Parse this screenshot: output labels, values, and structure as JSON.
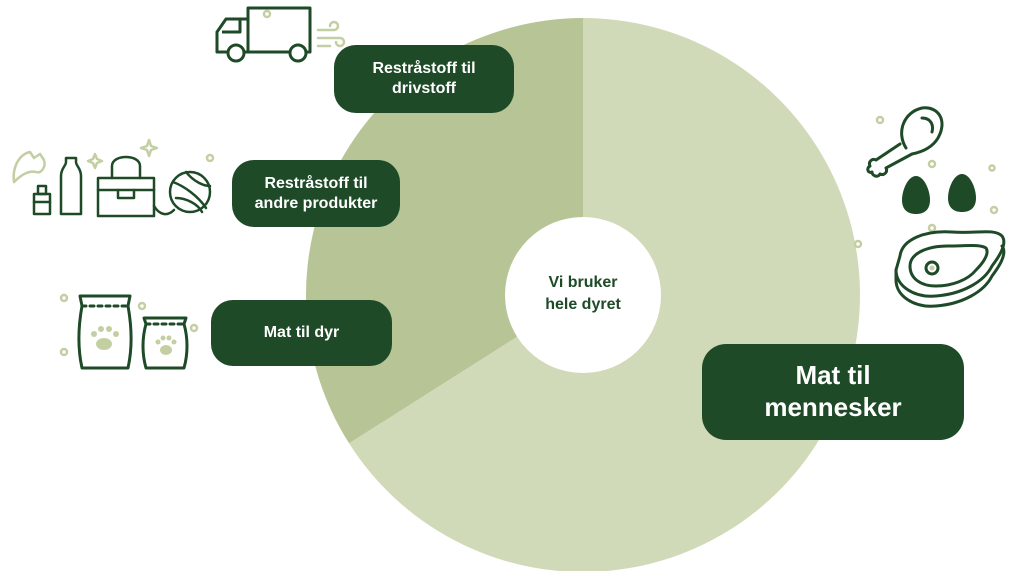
{
  "diagram": {
    "center_label": "Vi bruker\nhele dyret",
    "segments": [
      {
        "label": "Restråstoff til\ndrivstoff",
        "icon": "delivery-van-icon"
      },
      {
        "label": "Restråstoff til\nandre produkter",
        "icon": "byproducts-icon"
      },
      {
        "label": "Mat til dyr",
        "icon": "pet-food-icon"
      },
      {
        "label": "Mat til\nmennesker",
        "icon": "meat-eggs-icon"
      }
    ]
  },
  "chart_data": {
    "type": "pie",
    "categories": [
      "Restråstoff til drivstoff / andre produkter / Mat til dyr",
      "Mat til mennesker"
    ],
    "values": [
      34,
      66
    ],
    "colors": {
      "minor": "#b7c596",
      "major": "#d1dab8",
      "pill": "#1e4a27",
      "icon": "#1e4a27",
      "icon_light": "#d1dab8"
    }
  }
}
